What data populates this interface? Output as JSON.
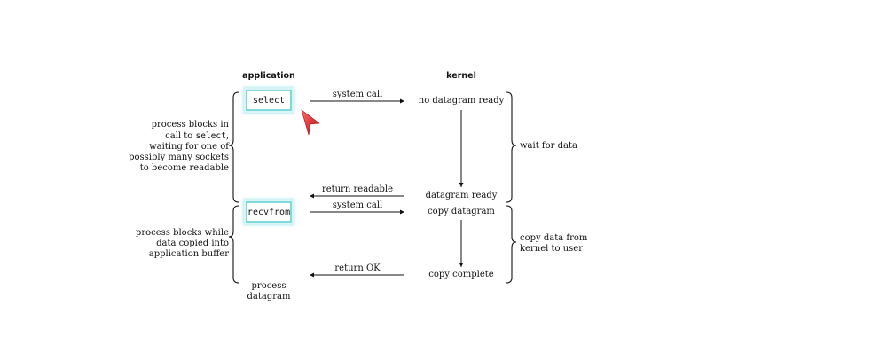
{
  "headers": {
    "application": "application",
    "kernel": "kernel"
  },
  "calls": {
    "select": "select",
    "recvfrom": "recvfrom"
  },
  "arrows": {
    "system_call_1": "system call",
    "return_readable": "return readable",
    "system_call_2": "system call",
    "return_ok": "return OK"
  },
  "kernel_states": {
    "no_datagram_ready": "no datagram ready",
    "datagram_ready": "datagram ready",
    "copy_datagram": "copy datagram",
    "copy_complete": "copy complete"
  },
  "left_notes": {
    "blocks_select": {
      "line1": "process blocks in",
      "line2_prefix": "call to ",
      "line2_code": "select",
      "line2_suffix": ",",
      "line3": "waiting for one of",
      "line4": "possibly many sockets",
      "line5": "to become readable"
    },
    "blocks_copy": {
      "line1": "process blocks while",
      "line2": "data copied into",
      "line3": "application buffer"
    }
  },
  "right_notes": {
    "wait_for_data": "wait for data",
    "copy_data_line1": "copy data from",
    "copy_data_line2": "kernel to user"
  },
  "bottom": {
    "line1": "process",
    "line2": "datagram"
  },
  "colors": {
    "highlight": "#7fd8dc",
    "pointer": "#e8141b"
  }
}
